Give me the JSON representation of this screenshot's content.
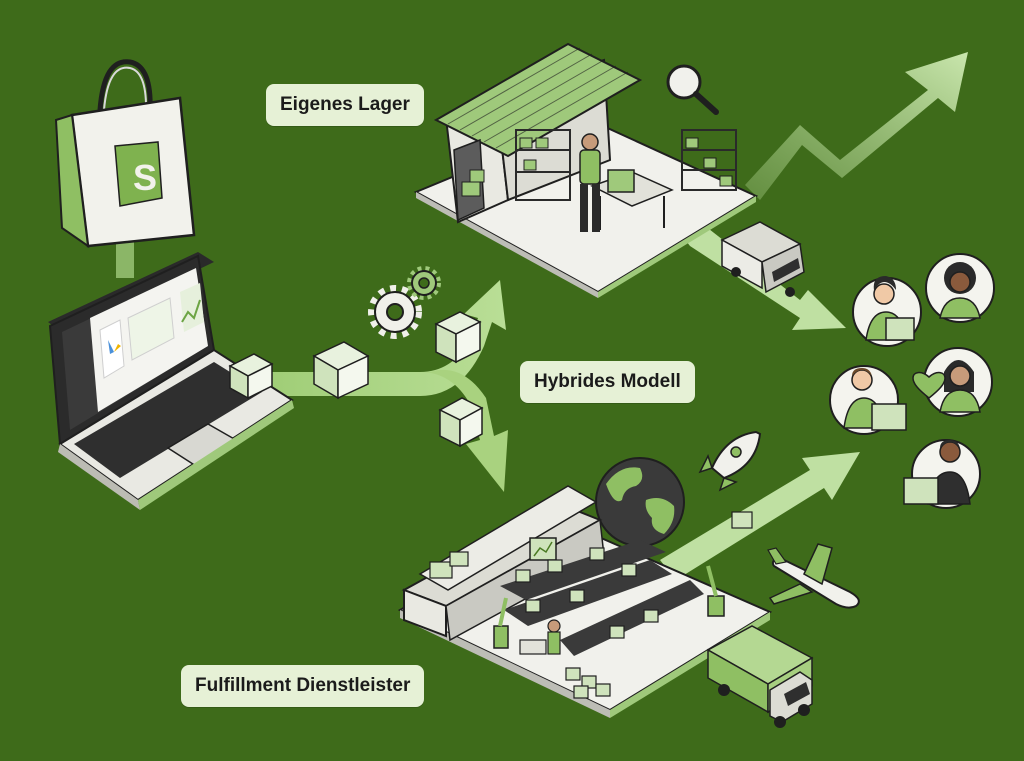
{
  "labels": {
    "own_warehouse": "Eigenes Lager",
    "hybrid_model": "Hybrides Modell",
    "fulfillment_provider": "Fulfillment Dienstleister"
  },
  "colors": {
    "background": "#3e6b1a",
    "accent_light": "#b8d89a",
    "accent": "#8fc067",
    "label_bg": "#e6f1d6",
    "outline": "#1f1f1f",
    "white": "#f7f7f2"
  },
  "icons": [
    "shopify-bag-icon",
    "laptop-icon",
    "gear-icon",
    "package-icon",
    "warehouse-icon",
    "magnifier-icon",
    "delivery-van-icon",
    "growth-arrow-icon",
    "customer-avatar-icon",
    "heart-icon",
    "globe-icon",
    "rocket-icon",
    "airplane-icon",
    "truck-icon",
    "fulfillment-center-icon"
  ]
}
